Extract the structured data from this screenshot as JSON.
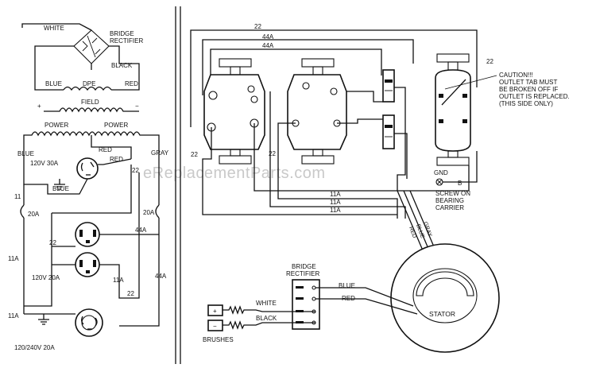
{
  "watermark": "eReplacementParts.com",
  "schematic": {
    "bridge_rectifier": "BRIDGE\nRECTIFIER",
    "white": "WHITE",
    "black": "BLACK",
    "blue": "BLUE",
    "red": "RED",
    "dpe": "DPE",
    "field": "FIELD",
    "plus": "+",
    "minus": "−",
    "power_1": "POWER",
    "power_2": "POWER",
    "blue_2": "BLUE",
    "red_2": "RED",
    "gray": "GRAY",
    "outlet_30a": "120V 30A",
    "red_3": "RED",
    "blue_3": "BLUE",
    "w22_a": "22",
    "w11_a": "11",
    "breaker_20a_left": "20A",
    "breaker_20a_right": "20A",
    "w44a_a": "44A",
    "w22_b": "22",
    "w11a_a": "11A",
    "w11a_b": "11A",
    "outlet_20a": "120V 20A",
    "w44a_b": "44A",
    "w22_c": "22",
    "w11a_c": "11A",
    "outlet_240": "120/240V 20A"
  },
  "wiring": {
    "w22_top": "22",
    "w44a_top1": "44A",
    "w44a_top2": "44A",
    "w22_right": "22",
    "w22_left": "22",
    "w22_mid": "22",
    "w11a_1": "11A",
    "w11a_2": "11A",
    "w11a_3": "11A",
    "caution_title": "CAUTION!!!",
    "caution_l1": "OUTLET TAB MUST",
    "caution_l2": "BE BROKEN OFF IF",
    "caution_l3": "OUTLET IS REPLACED.",
    "caution_l4": "(THIS SIDE ONLY)",
    "gnd": "GND",
    "b": "B",
    "screw_l1": "SCREW ON",
    "screw_l2": "BEARING",
    "screw_l3": "CARRIER",
    "gray": "GRAY",
    "blue": "BLUE",
    "red": "RED",
    "stator": "STATOR"
  },
  "brush_assembly": {
    "bridge_l1": "BRIDGE",
    "bridge_l2": "RECTIFIER",
    "blue": "BLUE",
    "red": "RED",
    "white": "WHITE",
    "black": "BLACK",
    "plus": "+",
    "minus": "−",
    "brushes": "BRUSHES"
  }
}
